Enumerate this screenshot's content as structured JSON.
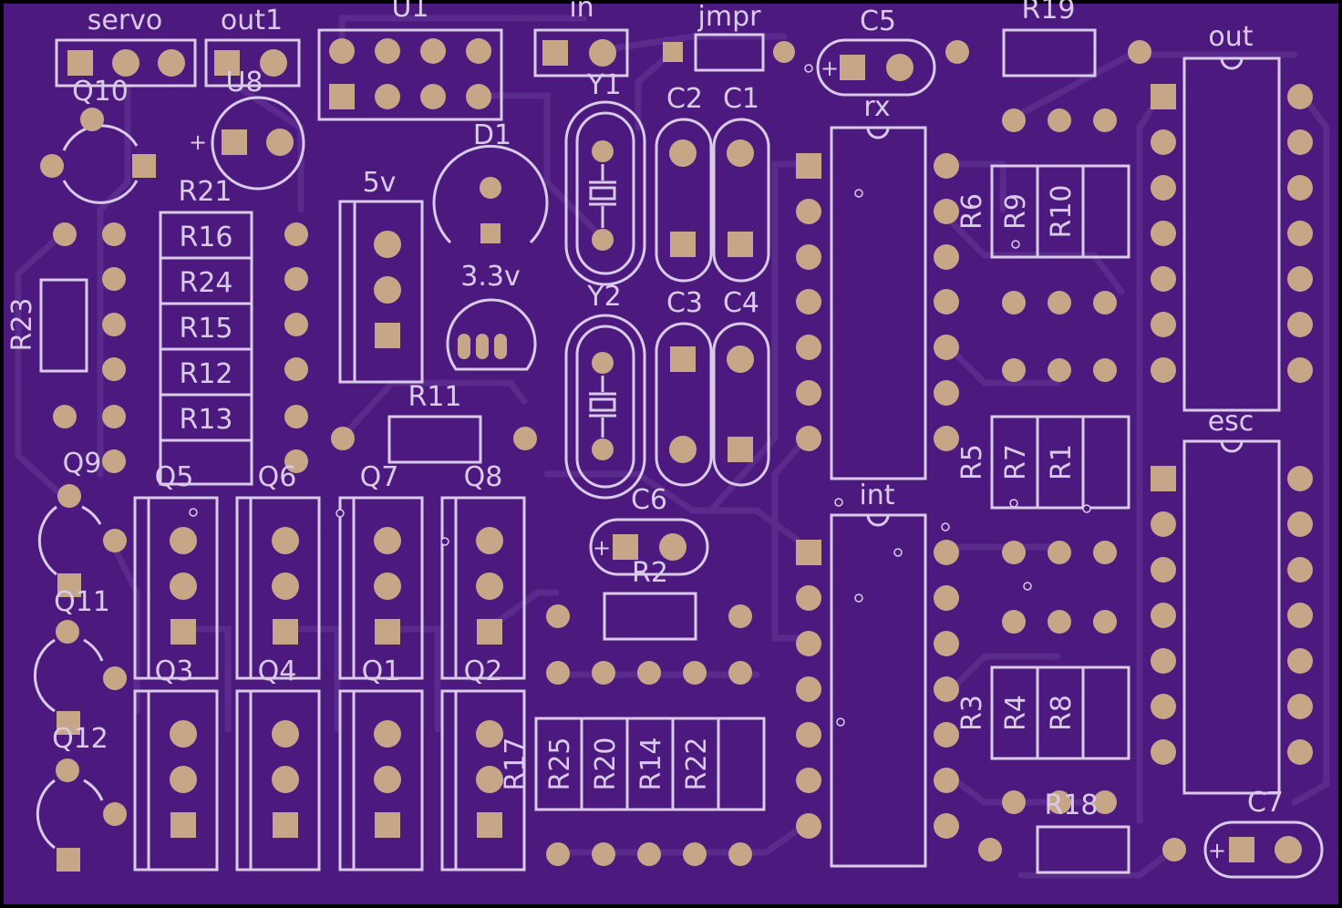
{
  "colors": {
    "board": "#4c1a7e",
    "edge": "#000000",
    "trace": "#5a2a8c",
    "silk": "#d9cbe8",
    "pad": "#c7a687",
    "hole": "#4c1a7e"
  },
  "labels": {
    "servo": "servo",
    "out1": "out1",
    "u1": "U1",
    "in": "in",
    "jmpr": "jmpr",
    "c5": "C5",
    "r19": "R19",
    "out": "out",
    "q10": "Q10",
    "u8": "U8",
    "y1": "Y1",
    "c2": "C2",
    "c1": "C1",
    "rx": "rx",
    "d1": "D1",
    "r21": "R21",
    "v5": "5v",
    "r16": "R16",
    "r24": "R24",
    "r15": "R15",
    "r12": "R12",
    "r13": "R13",
    "r23": "R23",
    "v33": "3.3v",
    "y2": "Y2",
    "c3": "C3",
    "c4": "C4",
    "r6": "R6",
    "r9": "R9",
    "r10": "R10",
    "r11": "R11",
    "esc": "esc",
    "q9": "Q9",
    "q5": "Q5",
    "q6": "Q6",
    "q7": "Q7",
    "q8": "Q8",
    "r5": "R5",
    "r7": "R7",
    "r1": "R1",
    "int": "int",
    "c6": "C6",
    "r2": "R2",
    "q11": "Q11",
    "q3": "Q3",
    "q4": "Q4",
    "q1": "Q1",
    "q2": "Q2",
    "r3": "R3",
    "r4": "R4",
    "r8": "R8",
    "q12": "Q12",
    "r17": "R17",
    "r25": "R25",
    "r20": "R20",
    "r14": "R14",
    "r22": "R22",
    "r18": "R18",
    "c7": "C7",
    "plus": "+"
  }
}
